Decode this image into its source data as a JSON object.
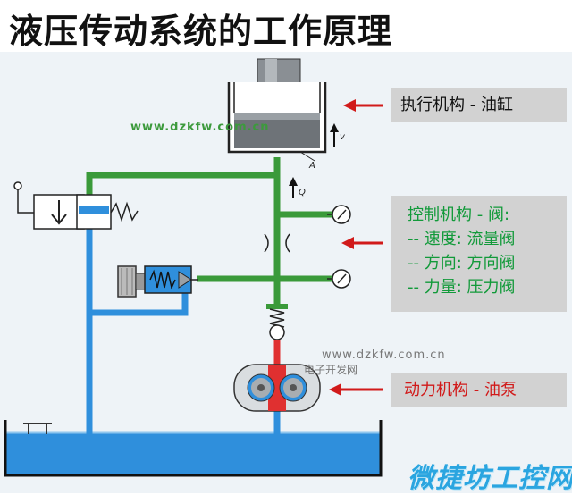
{
  "title": "液压传动系统的工作原理",
  "labels": {
    "actuator": "执行机构 - 油缸",
    "control_title": "控制机构 - 阀:",
    "control_speed": "-- 速度: 流量阀",
    "control_direction": "-- 方向: 方向阀",
    "control_force": "-- 力量:  压力阀",
    "power": "动力机构 - 油泵"
  },
  "small_labels": {
    "v": "v",
    "a": "A",
    "q": "Q"
  },
  "watermarks": {
    "site_top": "www.dzkfw.com.cn",
    "site_bottom": "www.dzkfw.com.cn",
    "site_name": "电子开发网"
  },
  "brand": "微捷坊工控网",
  "colors": {
    "pressure_line": "#3a9a3a",
    "return_line": "#2f8fdc",
    "pump_line": "#e03030",
    "arrow": "#d11a1a",
    "control_text": "#129a3a",
    "power_text": "#d11a1a",
    "brand": "#2aa5e0"
  }
}
